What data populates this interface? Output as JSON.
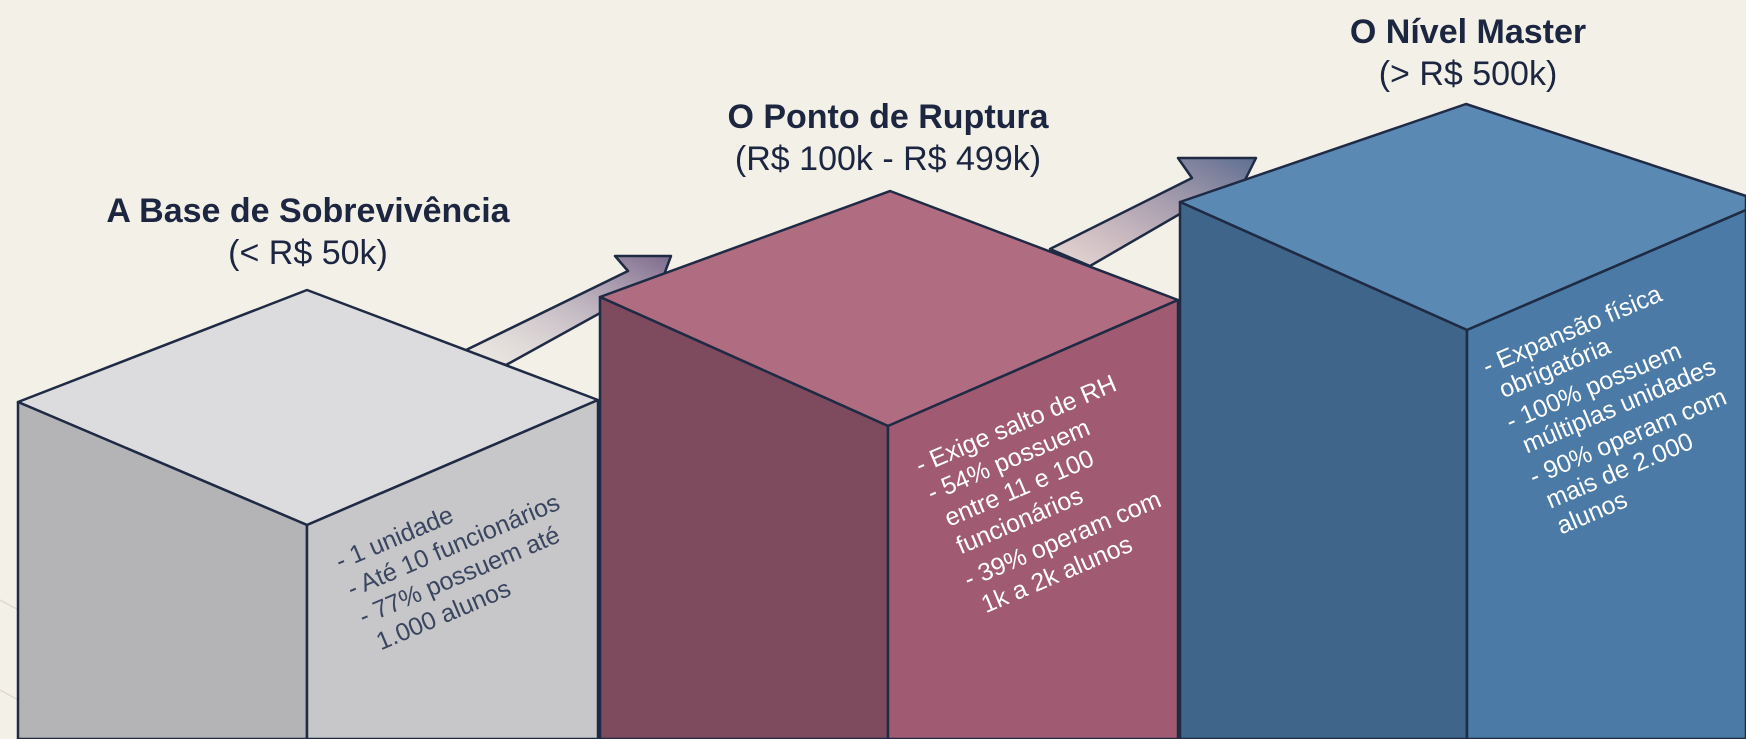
{
  "stages": [
    {
      "title": "A Base de Sobrevivência",
      "range": "(< R$ 50k)",
      "color": "#c9c9cb",
      "notes": [
        "- 1 unidade",
        "- Até 10 funcionários",
        "- 77% possuem até",
        "1.000 alunos"
      ]
    },
    {
      "title": "O Ponto de Ruptura",
      "range": "(R$ 100k - R$ 499k)",
      "color": "#a55c73",
      "notes": [
        "- Exige salto de RH",
        "- 54% possuem",
        "entre 11 e 100",
        "funcionários",
        "- 39% operam com",
        "1k a 2k alunos"
      ]
    },
    {
      "title": "O Nível Master",
      "range": "(> R$ 500k)",
      "color": "#4a7aa5",
      "notes": [
        "- Expansão física",
        "obrigatória",
        "- 100% possuem",
        "múltiplas unidades",
        "- 90% operam com",
        "mais de 2.000",
        "alunos"
      ]
    }
  ],
  "colors": {
    "background": "#f3f0e7",
    "outline": "#1f2a44",
    "arrow": "#5a6a8a",
    "text_dark": "#1c2640"
  }
}
